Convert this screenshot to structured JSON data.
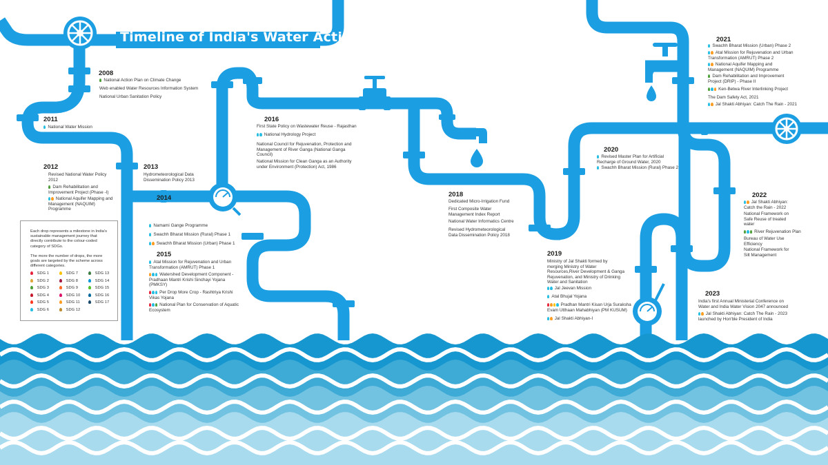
{
  "title": "Timeline of India's Water Action",
  "colors": {
    "pipe": "#1b9ee2",
    "wave_1": "#1797cf",
    "wave_2": "#3eaad6",
    "wave_3": "#72c2e2",
    "wave_4": "#a9dbef"
  },
  "years": [
    {
      "id": "2008",
      "label": "2008",
      "events": [
        {
          "drops": [
            "#4c9f38"
          ],
          "text": "National Action Plan on Climate Change"
        },
        {
          "drops": [],
          "text": "Web enabled Water Resources Information System"
        },
        {
          "drops": [],
          "text": "National Urban Sanitation Policy"
        }
      ]
    },
    {
      "id": "2011",
      "label": "2011",
      "events": [
        {
          "drops": [
            "#26bde2"
          ],
          "text": "National Water Mission"
        }
      ]
    },
    {
      "id": "2012",
      "label": "2012",
      "events": [
        {
          "drops": [],
          "text": "Revised National Water Policy\n2012"
        },
        {
          "drops": [
            "#4c9f38"
          ],
          "text": "Dam Rehabilitation and\nImprovement Project (Phase -I)"
        },
        {
          "drops": [
            "#26bde2",
            "#fd9d24"
          ],
          "text": "National Aquifer Mapping and\nManagement (NAQUIM)\nProgramme"
        }
      ]
    },
    {
      "id": "2013",
      "label": "2013",
      "events": [
        {
          "drops": [],
          "text": "Hydrometeorological Data\nDissemination Policy 2013"
        }
      ]
    },
    {
      "id": "2014",
      "label": "2014",
      "events": [
        {
          "drops": [
            "#26bde2"
          ],
          "text": "Namami Gange Programme"
        },
        {
          "drops": [
            "#26bde2"
          ],
          "text": "Swachh Bharat Mission (Rural) Phase 1"
        },
        {
          "drops": [
            "#26bde2",
            "#fd9d24"
          ],
          "text": "Swachh Bharat Mission (Urban) Phase 1"
        }
      ]
    },
    {
      "id": "2015",
      "label": "2015",
      "events": [
        {
          "drops": [
            "#26bde2"
          ],
          "text": "Atal Mission for Rejuvenation and Urban\nTransformation (AMRUT) Phase 1"
        },
        {
          "drops": [
            "#fd9d24",
            "#26bde2",
            "#26bde2"
          ],
          "text": "Watershed Development Component -\nPradhaan Mantri Krishi Sinchayi Yojana\n(PMKSY)"
        },
        {
          "drops": [
            "#e5243b",
            "#26bde2",
            "#26bde2"
          ],
          "text": "Per Drop More Crop - Rashtriya Krishi\nVikas Yojana"
        },
        {
          "drops": [
            "#e5243b",
            "#26bde2",
            "#4c9f38"
          ],
          "text": "National Plan for Conservation of Aquatic\nEcosystem"
        }
      ]
    },
    {
      "id": "2016",
      "label": "2016",
      "events": [
        {
          "drops": [],
          "text": "First State Policy on Wastewater Reuse - Rajasthan"
        },
        {
          "drops": [
            "#26bde2",
            "#26bde2"
          ],
          "text": "National Hydrology Project"
        },
        {
          "drops": [],
          "text": "National Council for Rejuvenation, Protection and\nManagement of River Ganga (National Ganga\nCouncil)"
        },
        {
          "drops": [],
          "text": "National Mission for Clean Ganga as an Authority\nunder Environment (Protection) Act, 1986"
        }
      ]
    },
    {
      "id": "2018",
      "label": "2018",
      "events": [
        {
          "drops": [],
          "text": "Dedicated Micro-Irrigation Fund"
        },
        {
          "drops": [],
          "text": "First Composite Water\nManagement Index Report"
        },
        {
          "drops": [],
          "text": "National Water Informatics Centre"
        },
        {
          "drops": [],
          "text": "Revised Hydrometeorological\nData Dissemination Policy 2018"
        }
      ]
    },
    {
      "id": "2019",
      "label": "2019",
      "events": [
        {
          "drops": [],
          "text": "Ministry of Jal Shakti formed by\nmerging Ministry of Water\nResources,River Development & Ganga\nRejuvenation, and Ministry of Drinking\nWater and Sanitation"
        },
        {
          "drops": [
            "#26bde2",
            "#26bde2"
          ],
          "text": "Jal Jeevan Mission"
        },
        {
          "drops": [
            "#26bde2"
          ],
          "text": "Atal Bhujal Yojana"
        },
        {
          "drops": [
            "#e5243b",
            "#fd9d24",
            "#fcc30b",
            "#26bde2"
          ],
          "text": "Pradhan Mantri Kisan Urja Suraksha\nEvam Utthaan Mahabhiyan (PM KUSUM)"
        },
        {
          "drops": [
            "#26bde2",
            "#fd9d24"
          ],
          "text": "Jal Shakti Abhiyan-I"
        }
      ]
    },
    {
      "id": "2020",
      "label": "2020",
      "events": [
        {
          "drops": [
            "#26bde2"
          ],
          "text": "Revised Master Plan for Artificial\nRecharge of Ground Water, 2020"
        },
        {
          "drops": [
            "#26bde2"
          ],
          "text": "Swachh Bharat Mission (Rural) Phase 2"
        }
      ]
    },
    {
      "id": "2021",
      "label": "2021",
      "events": [
        {
          "drops": [
            "#26bde2"
          ],
          "text": "Swachh Bharat Mission (Urban) Phase 2"
        },
        {
          "drops": [
            "#26bde2",
            "#fd9d24"
          ],
          "text": "Atal Mission for Rejuvenation and Urban\nTransformation (AMRUT) Phase 2"
        },
        {
          "drops": [
            "#26bde2",
            "#fd9d24"
          ],
          "text": "National Aquifer Mapping and\nManagement (NAQUIM) Programme"
        },
        {
          "drops": [
            "#4c9f38"
          ],
          "text": "Dam Rehabilitation and Improvement\nProject (DRIP) - Phase II"
        },
        {
          "drops": [
            "#4c9f38",
            "#26bde2",
            "#fd9d24"
          ],
          "text": "Ken-Betwa River Interlinking Project"
        },
        {
          "drops": [],
          "text": "The Dam Safety Act, 2021"
        },
        {
          "drops": [
            "#26bde2",
            "#fd9d24"
          ],
          "text": "Jal Shakti Abhiyan: Catch The Rain - 2021"
        }
      ]
    },
    {
      "id": "2022",
      "label": "2022",
      "events": [
        {
          "drops": [
            "#26bde2",
            "#fd9d24"
          ],
          "text": "Jal Shakti Abhiyan:\nCatch the Rain - 2022"
        },
        {
          "drops": [],
          "text": "National Framework on\nSafe Reuse of treated\nwater"
        },
        {
          "drops": [
            "#4c9f38",
            "#26bde2",
            "#4c9f38"
          ],
          "text": "River Rejuvenation Plan"
        },
        {
          "drops": [],
          "text": "Bureau of Water Use\nEfficiency"
        },
        {
          "drops": [],
          "text": "National Framework for\nSilt Management"
        }
      ]
    },
    {
      "id": "2023",
      "label": "2023",
      "events": [
        {
          "drops": [],
          "text": "India's first Annual Ministerial Conference on\nWater and India Water Vision 2047 announced"
        },
        {
          "drops": [
            "#26bde2",
            "#fd9d24"
          ],
          "text": "Jal Shakti Abhiyan: Catch The Rain - 2023\nlaunched by Hon'ble President of India"
        }
      ]
    }
  ],
  "legend": {
    "intro": "Each drop represents a milestone in India's\nsustainable management journey that\ndirectly contribute to the colour-coded\ncategory of SDGs.\n\nThe more the number of drops, the more\ngoals are targeted by the scheme across\ndifferent categories.",
    "items": [
      {
        "label": "SDG 1",
        "color": "#e5243b"
      },
      {
        "label": "SDG 2",
        "color": "#dda63a"
      },
      {
        "label": "SDG 3",
        "color": "#4c9f38"
      },
      {
        "label": "SDG 4",
        "color": "#c5192d"
      },
      {
        "label": "SDG 5",
        "color": "#ff3a21"
      },
      {
        "label": "SDG 6",
        "color": "#26bde2"
      },
      {
        "label": "SDG 7",
        "color": "#fcc30b"
      },
      {
        "label": "SDG 8",
        "color": "#a21942"
      },
      {
        "label": "SDG 9",
        "color": "#fd6925"
      },
      {
        "label": "SDG 10",
        "color": "#dd1367"
      },
      {
        "label": "SDG 11",
        "color": "#fd9d24"
      },
      {
        "label": "SDG 12",
        "color": "#bf8b2e"
      },
      {
        "label": "SDG 13",
        "color": "#3f7e44"
      },
      {
        "label": "SDG 14",
        "color": "#0a97d9"
      },
      {
        "label": "SDG 15",
        "color": "#56c02b"
      },
      {
        "label": "SDG 16",
        "color": "#00689d"
      },
      {
        "label": "SDG 17",
        "color": "#19486a"
      }
    ]
  }
}
